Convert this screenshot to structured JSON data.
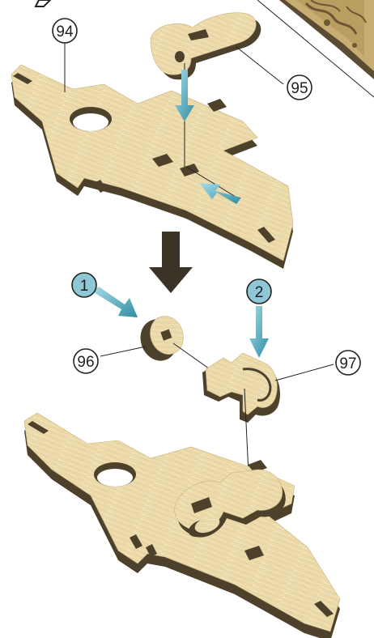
{
  "callouts": {
    "part_94": "94",
    "part_95": "95",
    "part_96": "96",
    "part_97": "97"
  },
  "steps": {
    "step_1": "1",
    "step_2": "2"
  },
  "colors": {
    "wood_face": "#ecdcae",
    "wood_grain": "#d9c48f",
    "wood_edge": "#5a4b33",
    "arrow_teal": "#4aa3b5",
    "step_circle_fill": "#8fc7d6",
    "big_arrow": "#3b3326"
  }
}
